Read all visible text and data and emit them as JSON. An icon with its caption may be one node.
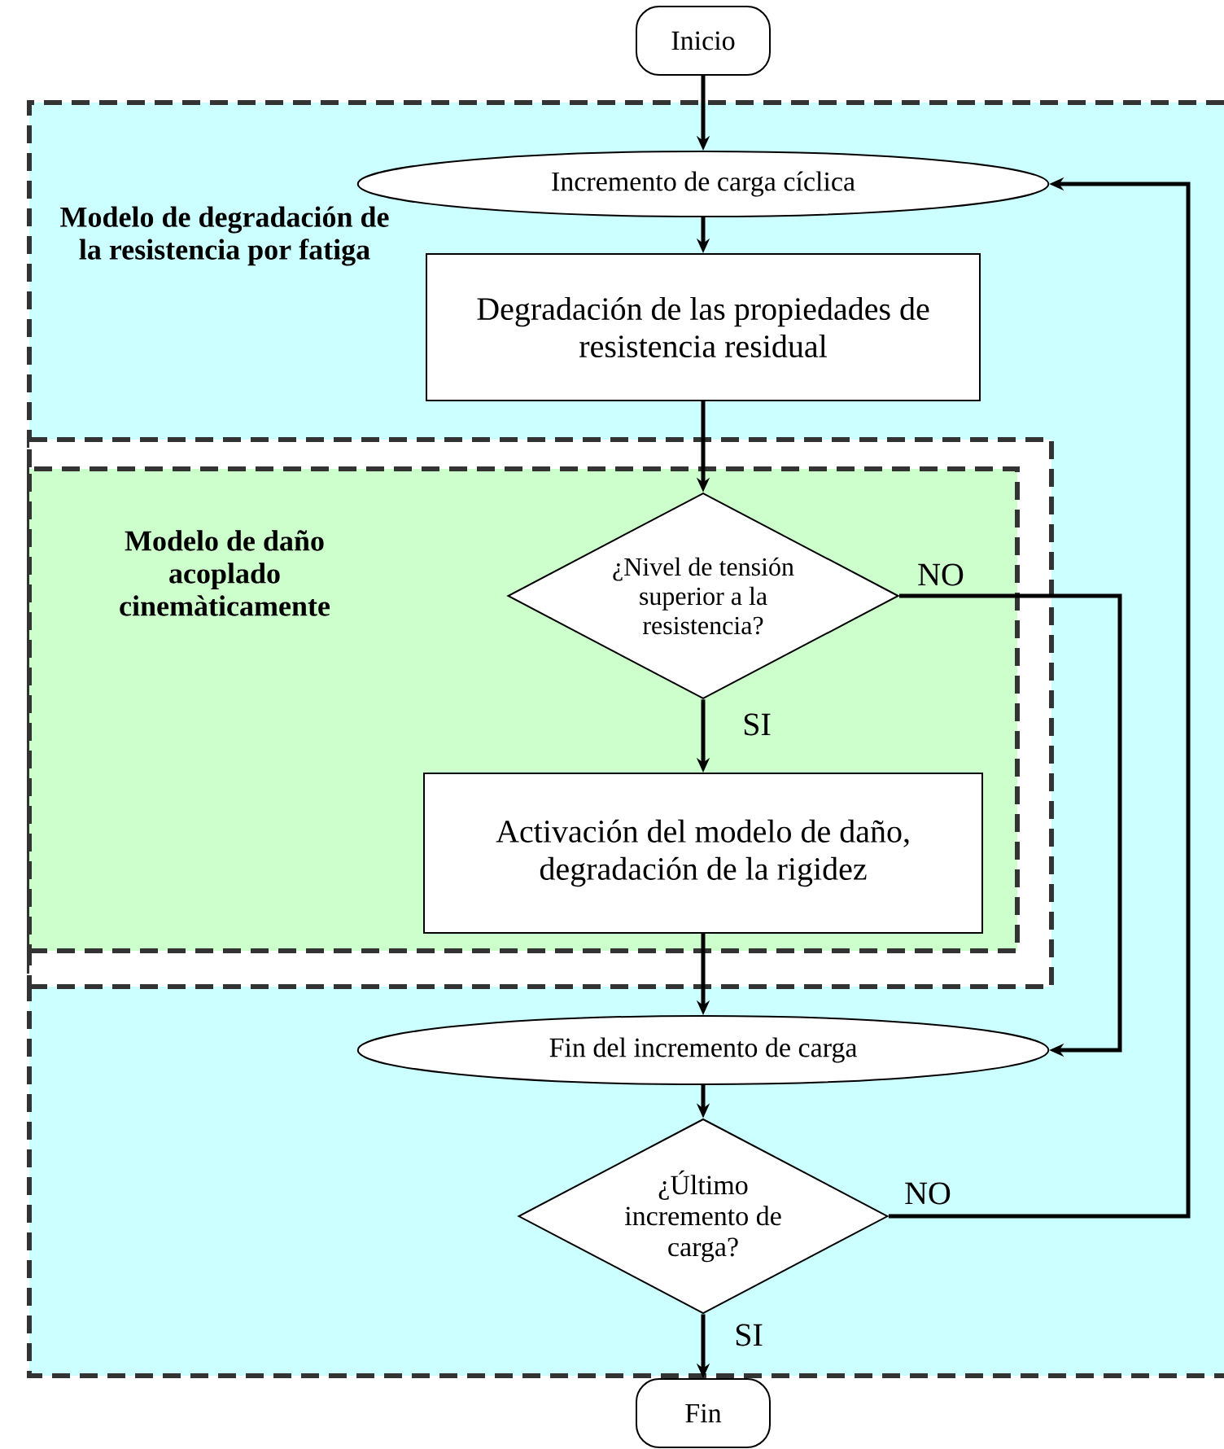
{
  "diagram": {
    "nodes": [
      {
        "text": [
          "Inicio"
        ]
      },
      {
        "text": [
          "Modelo de degradación de la resistencia por fatiga"
        ]
      },
      {
        "text": [
          "Incremento de carga cíclica"
        ],
        "in": 1
      },
      {
        "text": [
          "Degradación de las propiedades de resistencia residual"
        ],
        "in": 1
      },
      {
        "text": [],
        "shape": "box",
        "in": 1
      },
      {
        "text": [
          "Modelo de daño acoplado cinemàticamente"
        ],
        "in": 4
      },
      {
        "text": [
          "¿Nivel de tensión superior a la resistencia?"
        ],
        "in": 5
      },
      {
        "text": [
          "Activación del modelo de daño, degradación de la rigidez"
        ],
        "in": 5
      },
      {
        "text": [
          "Fin del incremento de carga"
        ],
        "in": 1
      },
      {
        "text": [
          "¿Último incremento de carga?"
        ],
        "in": 1
      },
      {
        "text": [
          "Fin"
        ]
      }
    ],
    "edges": [
      {
        "from": 0,
        "to": 2,
        "arrow": "to"
      },
      {
        "from": 2,
        "to": 3,
        "arrow": "to"
      },
      {
        "from": 3,
        "to": 6,
        "arrow": "to"
      },
      {
        "from": 6,
        "to": 7,
        "arrow": "to",
        "label": "SI"
      },
      {
        "from": 6,
        "to": 8,
        "arrow": "to",
        "label": "NO"
      },
      {
        "from": 7,
        "to": 8,
        "arrow": "to"
      },
      {
        "from": 8,
        "to": 9,
        "arrow": "to"
      },
      {
        "from": 9,
        "to": 2,
        "arrow": "to",
        "label": "NO"
      },
      {
        "from": 9,
        "to": 10,
        "arrow": "to",
        "label": "SI"
      }
    ]
  }
}
